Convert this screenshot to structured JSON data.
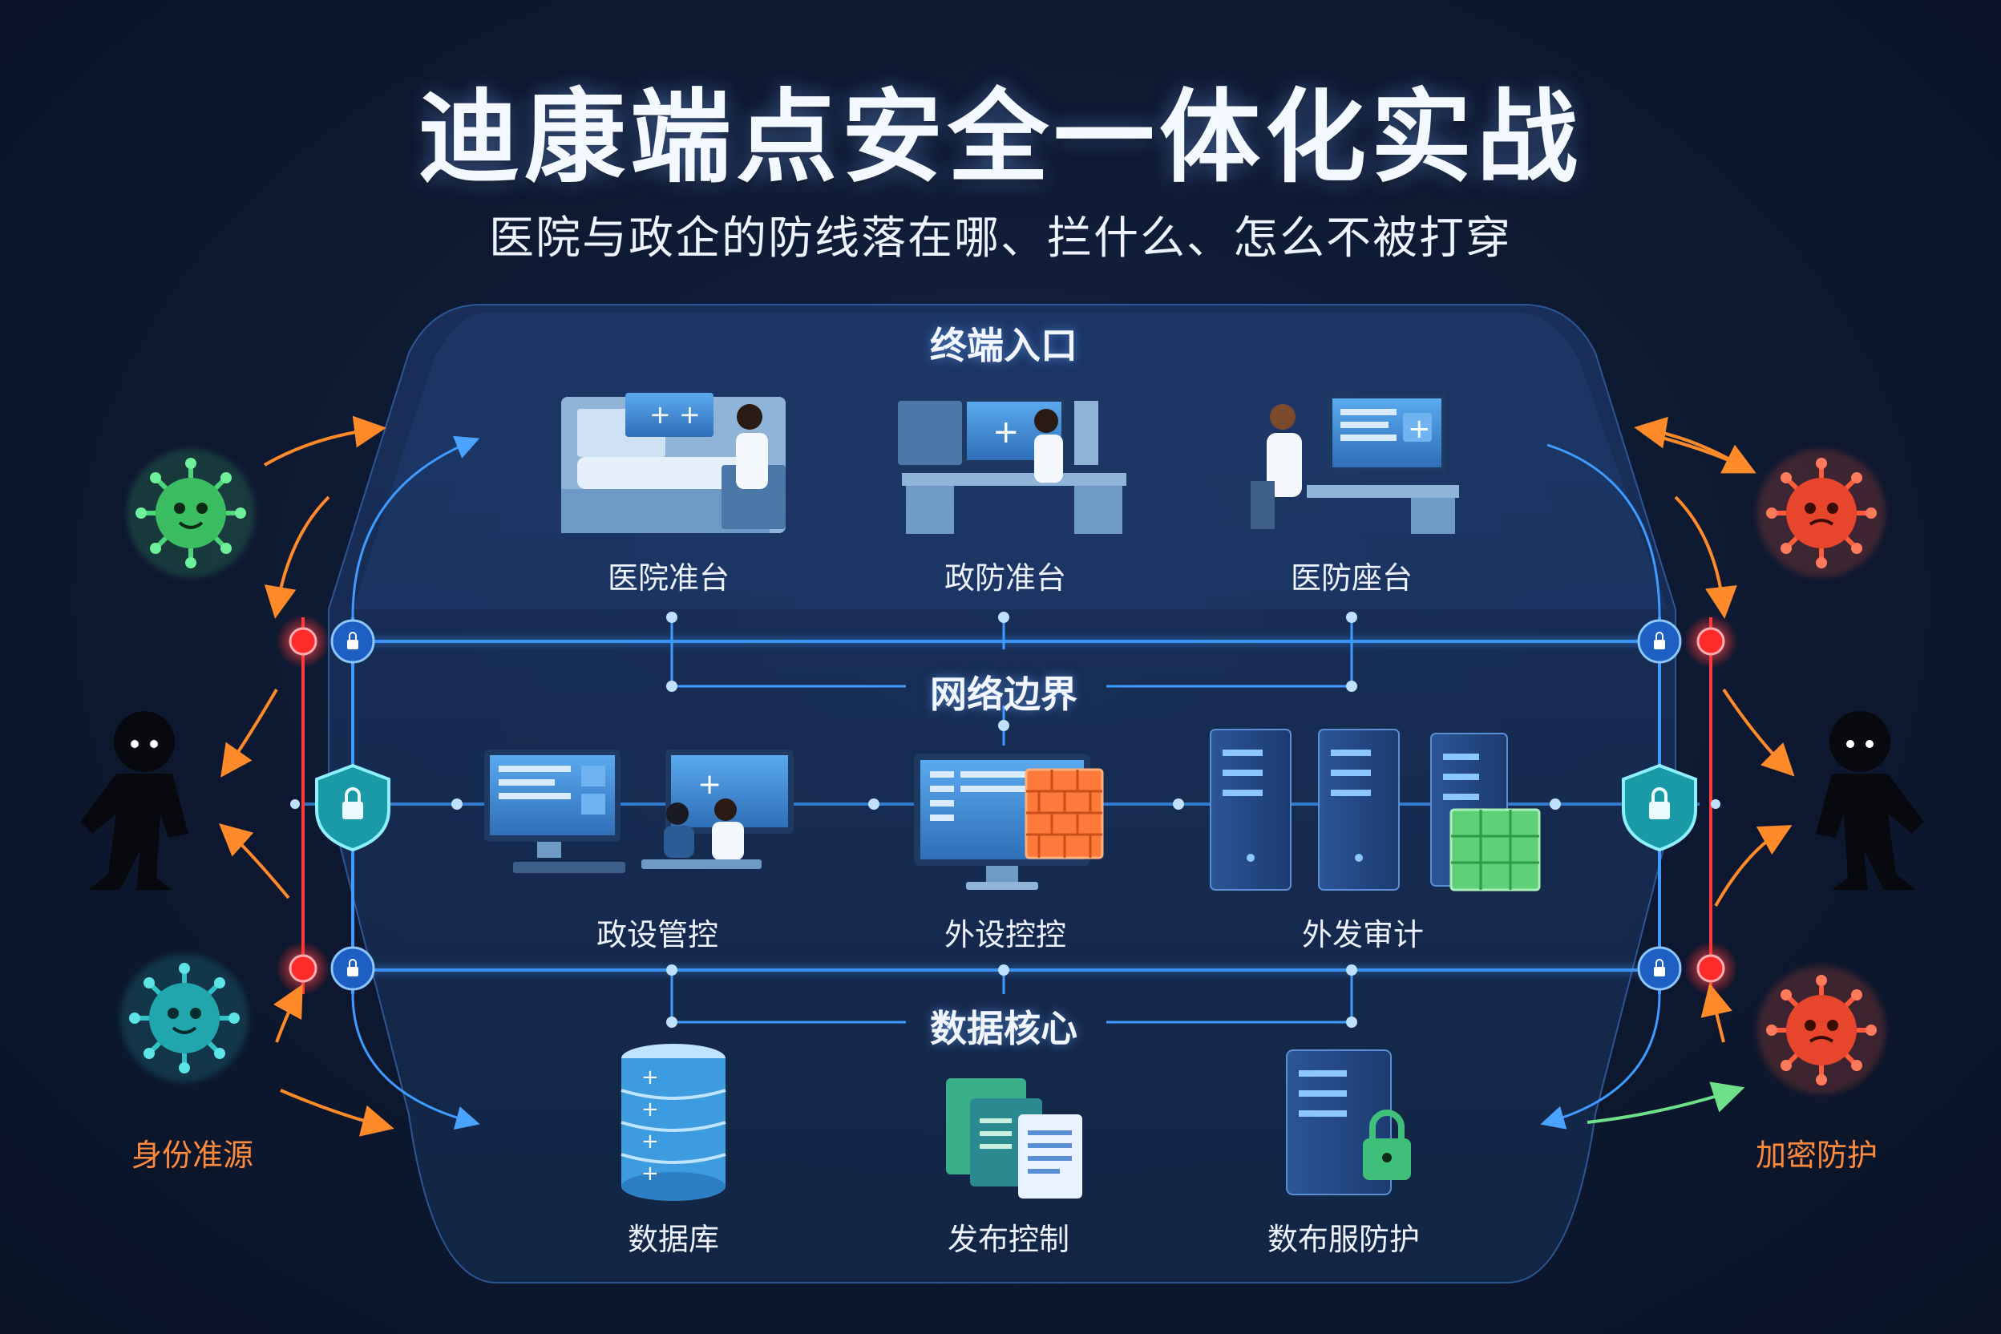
{
  "header": {
    "title": "迪康端点安全一体化实战",
    "subtitle": "医院与政企的防线落在哪、拦什么、怎么不被打穿"
  },
  "sections": {
    "terminal": {
      "title": "终端入口",
      "nodes": [
        "医院准台",
        "政防准台",
        "医防座台"
      ]
    },
    "network": {
      "title": "网络边界",
      "nodes": [
        "政设管控",
        "外设控控",
        "外发审计"
      ]
    },
    "core": {
      "title": "数据核心",
      "nodes": [
        "数据库",
        "发布控制",
        "数布服防护"
      ]
    }
  },
  "sides": {
    "left_label": "身份准源",
    "right_label": "加密防护"
  },
  "colors": {
    "accent_blue": "#3f9bff",
    "alert_red": "#ff3b3b",
    "arrow_orange": "#ff8a2a",
    "virus_green": "#4fd67a",
    "virus_teal": "#2fc3c8",
    "virus_red": "#ff5a3a"
  }
}
